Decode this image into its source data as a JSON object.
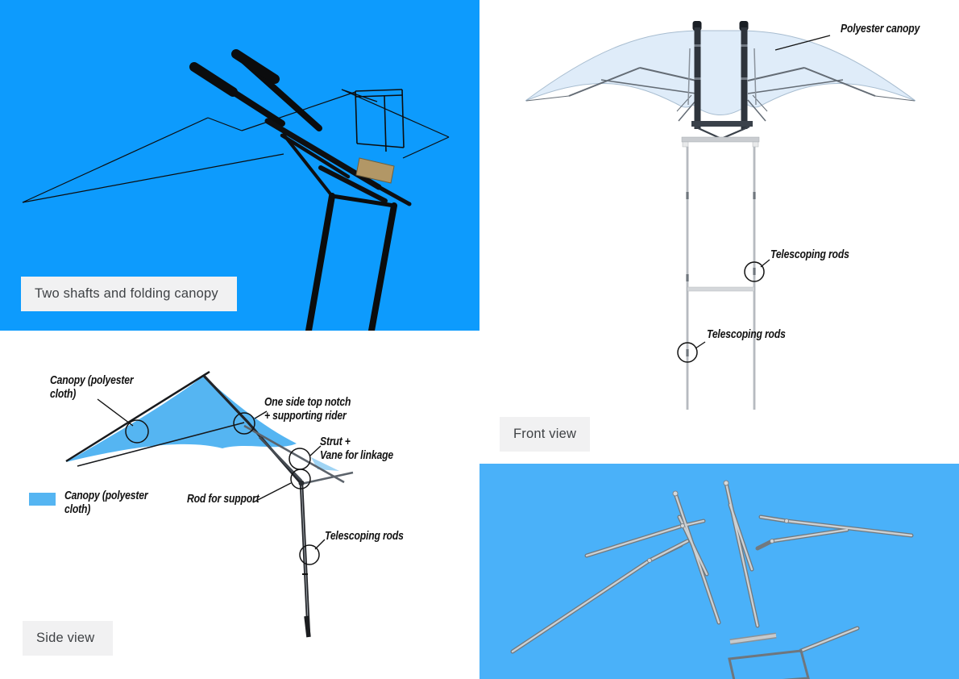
{
  "colors": {
    "panel_blue": "#0d9bfd",
    "panel_blue_light": "#4ab1f9",
    "side_canopy_blue": "#55b5f2",
    "front_canopy_pale_blue": "#dfecf9",
    "caption_box_bg": "#f1f1f2",
    "caption_text": "#3f4245",
    "annotation_text": "#111111"
  },
  "captions": {
    "two_shafts": "Two shafts and folding canopy",
    "front_view": "Front view",
    "side_view": "Side view"
  },
  "front_view": {
    "labels": {
      "polyester_canopy": "Polyester canopy",
      "telescoping_rods_upper": "Telescoping rods",
      "telescoping_rods_lower": "Telescoping rods"
    }
  },
  "side_view": {
    "labels": {
      "canopy": "Canopy (polyester\ncloth)",
      "top_notch": "One side top notch\n+ supporting rider",
      "strut": "Strut +\nVane for linkage",
      "rod_support": "Rod for support",
      "telescoping_rods": "Telescoping rods"
    },
    "legend": {
      "swatch_color": "#55b5f2",
      "label": "Canopy (polyester\ncloth)"
    }
  }
}
